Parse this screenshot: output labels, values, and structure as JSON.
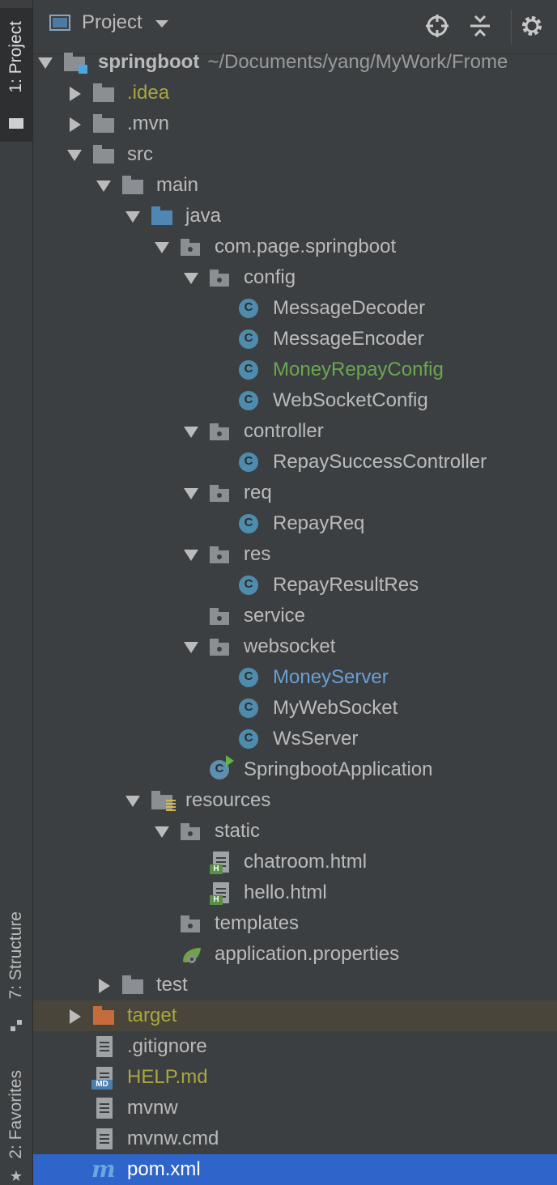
{
  "side_strip": {
    "project_tab": "1: Project",
    "structure_tab": "7: Structure",
    "favorites_tab": "2: Favorites"
  },
  "header": {
    "title": "Project"
  },
  "tree": [
    {
      "label": "springboot",
      "path": "~/Documents/yang/MyWork/Frome",
      "depth": 0,
      "arrow": "down",
      "icon": "module-folder",
      "style": "bold"
    },
    {
      "label": ".idea",
      "depth": 1,
      "arrow": "right",
      "icon": "folder",
      "style": "orange"
    },
    {
      "label": ".mvn",
      "depth": 1,
      "arrow": "right",
      "icon": "folder"
    },
    {
      "label": "src",
      "depth": 1,
      "arrow": "down",
      "icon": "folder"
    },
    {
      "label": "main",
      "depth": 2,
      "arrow": "down",
      "icon": "folder"
    },
    {
      "label": "java",
      "depth": 3,
      "arrow": "down",
      "icon": "source-folder"
    },
    {
      "label": "com.page.springboot",
      "depth": 4,
      "arrow": "down",
      "icon": "package"
    },
    {
      "label": "config",
      "depth": 5,
      "arrow": "down",
      "icon": "package"
    },
    {
      "label": "MessageDecoder",
      "depth": 6,
      "icon": "class"
    },
    {
      "label": "MessageEncoder",
      "depth": 6,
      "icon": "class"
    },
    {
      "label": "MoneyRepayConfig",
      "depth": 6,
      "icon": "class",
      "style": "green"
    },
    {
      "label": "WebSocketConfig",
      "depth": 6,
      "icon": "class"
    },
    {
      "label": "controller",
      "depth": 5,
      "arrow": "down",
      "icon": "package"
    },
    {
      "label": "RepaySuccessController",
      "depth": 6,
      "icon": "class"
    },
    {
      "label": "req",
      "depth": 5,
      "arrow": "down",
      "icon": "package"
    },
    {
      "label": "RepayReq",
      "depth": 6,
      "icon": "class"
    },
    {
      "label": "res",
      "depth": 5,
      "arrow": "down",
      "icon": "package"
    },
    {
      "label": "RepayResultRes",
      "depth": 6,
      "icon": "class"
    },
    {
      "label": "service",
      "depth": 5,
      "icon": "package"
    },
    {
      "label": "websocket",
      "depth": 5,
      "arrow": "down",
      "icon": "package"
    },
    {
      "label": "MoneyServer",
      "depth": 6,
      "icon": "class",
      "style": "blue"
    },
    {
      "label": "MyWebSocket",
      "depth": 6,
      "icon": "class"
    },
    {
      "label": "WsServer",
      "depth": 6,
      "icon": "class"
    },
    {
      "label": "SpringbootApplication",
      "depth": 5,
      "icon": "spring-boot-class"
    },
    {
      "label": "resources",
      "depth": 3,
      "arrow": "down",
      "icon": "resources-folder"
    },
    {
      "label": "static",
      "depth": 4,
      "arrow": "down",
      "icon": "package"
    },
    {
      "label": "chatroom.html",
      "depth": 5,
      "icon": "html-file"
    },
    {
      "label": "hello.html",
      "depth": 5,
      "icon": "html-file"
    },
    {
      "label": "templates",
      "depth": 4,
      "icon": "package"
    },
    {
      "label": "application.properties",
      "depth": 4,
      "icon": "spring-properties"
    },
    {
      "label": "test",
      "depth": 2,
      "arrow": "right",
      "icon": "folder"
    },
    {
      "label": "target",
      "depth": 1,
      "arrow": "right",
      "icon": "excluded-folder",
      "style": "orange",
      "row": "excluded"
    },
    {
      "label": ".gitignore",
      "depth": 1,
      "icon": "text-file"
    },
    {
      "label": "HELP.md",
      "depth": 1,
      "icon": "md-file",
      "style": "orange"
    },
    {
      "label": "mvnw",
      "depth": 1,
      "icon": "text-file"
    },
    {
      "label": "mvnw.cmd",
      "depth": 1,
      "icon": "text-file"
    },
    {
      "label": "pom.xml",
      "depth": 1,
      "icon": "maven-file",
      "style": "white",
      "row": "selected"
    }
  ],
  "colors": {
    "background": "#3c3f41",
    "selection": "#2f65ca",
    "excluded_row": "#49453a",
    "modified_green": "#6aa84f",
    "vcs_blue": "#6a9fd6",
    "ignored_olive": "#a9a73f"
  }
}
